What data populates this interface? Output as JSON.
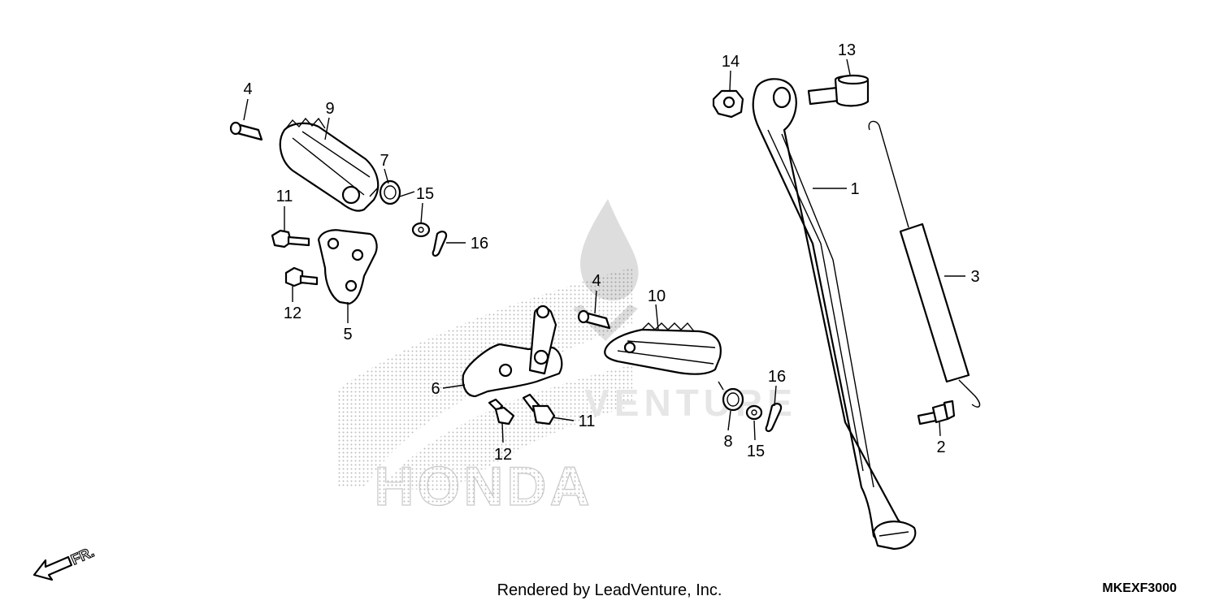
{
  "watermark": {
    "brand_text": "HONDA",
    "mark_text": "VENTURE"
  },
  "callouts": [
    {
      "id": "c1",
      "text": "1"
    },
    {
      "id": "c2",
      "text": "2"
    },
    {
      "id": "c3",
      "text": "3"
    },
    {
      "id": "c4a",
      "text": "4"
    },
    {
      "id": "c4b",
      "text": "4"
    },
    {
      "id": "c5",
      "text": "5"
    },
    {
      "id": "c6",
      "text": "6"
    },
    {
      "id": "c7",
      "text": "7"
    },
    {
      "id": "c8",
      "text": "8"
    },
    {
      "id": "c9",
      "text": "9"
    },
    {
      "id": "c10",
      "text": "10"
    },
    {
      "id": "c11a",
      "text": "11"
    },
    {
      "id": "c11b",
      "text": "11"
    },
    {
      "id": "c12a",
      "text": "12"
    },
    {
      "id": "c12b",
      "text": "12"
    },
    {
      "id": "c13",
      "text": "13"
    },
    {
      "id": "c14",
      "text": "14"
    },
    {
      "id": "c15a",
      "text": "15"
    },
    {
      "id": "c15b",
      "text": "15"
    },
    {
      "id": "c16a",
      "text": "16"
    },
    {
      "id": "c16b",
      "text": "16"
    }
  ],
  "front_indicator": "FR.",
  "footer": "Rendered by LeadVenture, Inc.",
  "diagram_code": "MKEXF3000"
}
